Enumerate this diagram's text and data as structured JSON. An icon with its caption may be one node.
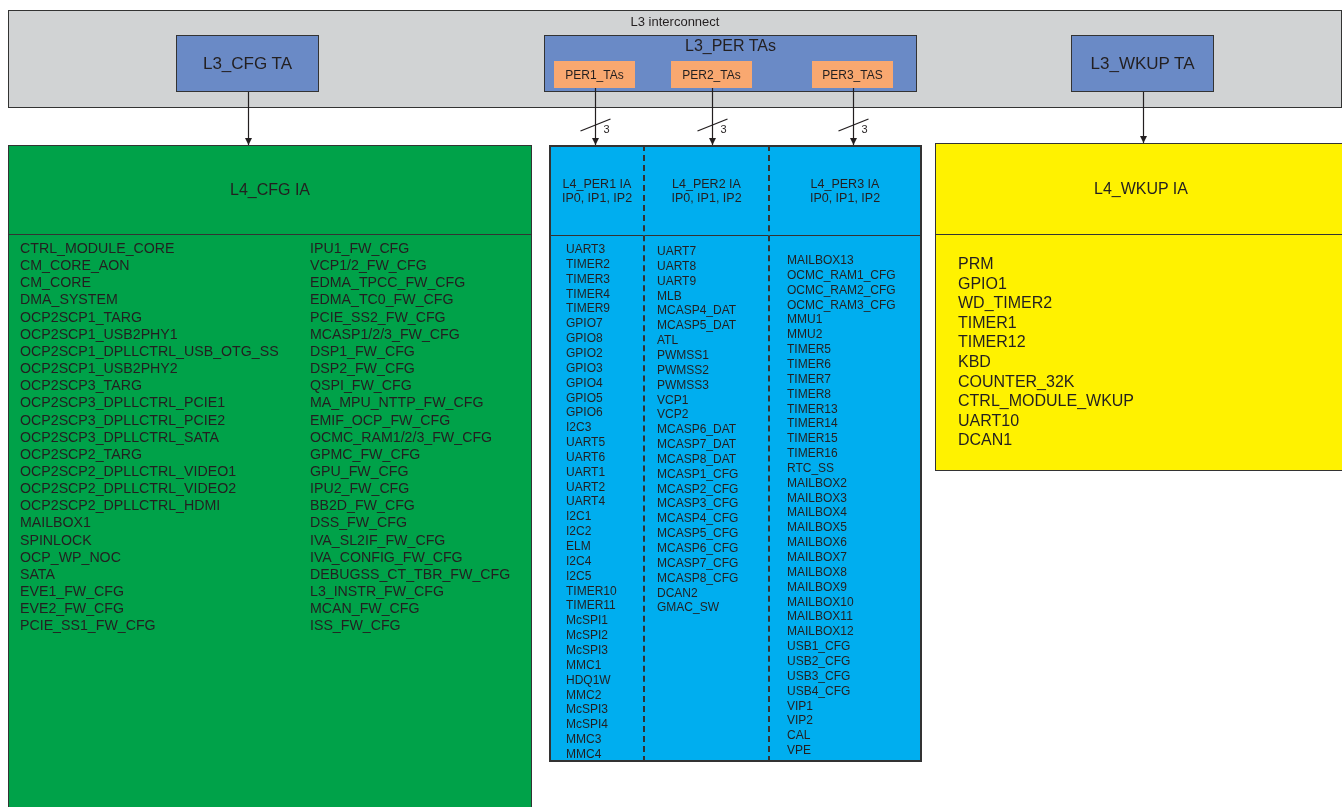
{
  "diagram": {
    "nodes": [
      {
        "text": [
          "L3 interconnect"
        ]
      },
      {
        "text": [
          "L3_CFG TA"
        ],
        "in": 0
      },
      {
        "text": [
          "L3_PER TAs"
        ],
        "in": 0
      },
      {
        "text": [
          "PER1_TAs"
        ],
        "in": 2
      },
      {
        "text": [
          "PER2_TAs"
        ],
        "in": 2
      },
      {
        "text": [
          "PER3_TAS"
        ],
        "in": 2
      },
      {
        "text": [
          "L3_WKUP TA"
        ],
        "in": 0
      },
      {
        "text": [
          "L4_CFG IA",
          "CTRL_MODULE_CORE",
          "CM_CORE_AON",
          "CM_CORE",
          "DMA_SYSTEM",
          "OCP2SCP1_TARG",
          "OCP2SCP1_USB2PHY1",
          "OCP2SCP1_DPLLCTRL_USB_OTG_SS",
          "OCP2SCP1_USB2PHY2",
          "OCP2SCP3_TARG",
          "OCP2SCP3_DPLLCTRL_PCIE1",
          "OCP2SCP3_DPLLCTRL_PCIE2",
          "OCP2SCP3_DPLLCTRL_SATA",
          "OCP2SCP2_TARG",
          "OCP2SCP2_DPLLCTRL_VIDEO1",
          "OCP2SCP2_DPLLCTRL_VIDEO2",
          "OCP2SCP2_DPLLCTRL_HDMI",
          "MAILBOX1",
          "SPINLOCK",
          "OCP_WP_NOC",
          "SATA",
          "EVE1_FW_CFG",
          "EVE2_FW_CFG",
          "PCIE_SS1_FW_CFG",
          "IPU1_FW_CFG",
          "VCP1/2_FW_CFG",
          "EDMA_TPCC_FW_CFG",
          "EDMA_TC0_FW_CFG",
          "PCIE_SS2_FW_CFG",
          "MCASP1/2/3_FW_CFG",
          "DSP1_FW_CFG",
          "DSP2_FW_CFG",
          "QSPI_FW_CFG",
          "MA_MPU_NTTP_FW_CFG",
          "EMIF_OCP_FW_CFG",
          "OCMC_RAM1/2/3_FW_CFG",
          "GPMC_FW_CFG",
          "GPU_FW_CFG",
          "IPU2_FW_CFG",
          "BB2D_FW_CFG",
          "DSS_FW_CFG",
          "IVA_SL2IF_FW_CFG",
          "IVA_CONFIG_FW_CFG",
          "DEBUGSS_CT_TBR_FW_CFG",
          "L3_INSTR_FW_CFG",
          "MCAN_FW_CFG",
          "ISS_FW_CFG"
        ]
      },
      {
        "text": [
          "L4_PER1 IA",
          "IP0, IP1, IP2",
          "UART3",
          "TIMER2",
          "TIMER3",
          "TIMER4",
          "TIMER9",
          "GPIO7",
          "GPIO8",
          "GPIO2",
          "GPIO3",
          "GPIO4",
          "GPIO5",
          "GPIO6",
          "I2C3",
          "UART5",
          "UART6",
          "UART1",
          "UART2",
          "UART4",
          "I2C1",
          "I2C2",
          "ELM",
          "I2C4",
          "I2C5",
          "TIMER10",
          "TIMER11",
          "McSPI1",
          "McSPI2",
          "McSPI3",
          "MMC1",
          "HDQ1W",
          "MMC2",
          "McSPI3",
          "McSPI4",
          "MMC3",
          "MMC4"
        ]
      },
      {
        "text": [
          "L4_PER2 IA",
          "IP0, IP1, IP2",
          "UART7",
          "UART8",
          "UART9",
          "MLB",
          "MCASP4_DAT",
          "MCASP5_DAT",
          "ATL",
          "PWMSS1",
          "PWMSS2",
          "PWMSS3",
          "VCP1",
          "VCP2",
          "MCASP6_DAT",
          "MCASP7_DAT",
          "MCASP8_DAT",
          "MCASP1_CFG",
          "MCASP2_CFG",
          "MCASP3_CFG",
          "MCASP4_CFG",
          "MCASP5_CFG",
          "MCASP6_CFG",
          "MCASP7_CFG",
          "MCASP8_CFG",
          "DCAN2",
          "GMAC_SW"
        ]
      },
      {
        "text": [
          "L4_PER3 IA",
          "IP0, IP1, IP2",
          "MAILBOX13",
          "OCMC_RAM1_CFG",
          "OCMC_RAM2_CFG",
          "OCMC_RAM3_CFG",
          "MMU1",
          "MMU2",
          "TIMER5",
          "TIMER6",
          "TIMER7",
          "TIMER8",
          "TIMER13",
          "TIMER14",
          "TIMER15",
          "TIMER16",
          "RTC_SS",
          "MAILBOX2",
          "MAILBOX3",
          "MAILBOX4",
          "MAILBOX5",
          "MAILBOX6",
          "MAILBOX7",
          "MAILBOX8",
          "MAILBOX9",
          "MAILBOX10",
          "MAILBOX11",
          "MAILBOX12",
          "USB1_CFG",
          "USB2_CFG",
          "USB3_CFG",
          "USB4_CFG",
          "VIP1",
          "VIP2",
          "CAL",
          "VPE"
        ]
      },
      {
        "text": [
          "L4_WKUP IA",
          "PRM",
          "GPIO1",
          "WD_TIMER2",
          "TIMER1",
          "TIMER12",
          "KBD",
          "COUNTER_32K",
          "CTRL_MODULE_WKUP",
          "UART10",
          "DCAN1"
        ]
      }
    ],
    "edges": [
      {
        "from": 1,
        "to": 7,
        "arrow": "to"
      },
      {
        "from": 3,
        "to": 8,
        "arrow": "to",
        "label": "3"
      },
      {
        "from": 4,
        "to": 9,
        "arrow": "to",
        "label": "3"
      },
      {
        "from": 5,
        "to": 10,
        "arrow": "to",
        "label": "3"
      },
      {
        "from": 6,
        "to": 11,
        "arrow": "to"
      }
    ]
  }
}
